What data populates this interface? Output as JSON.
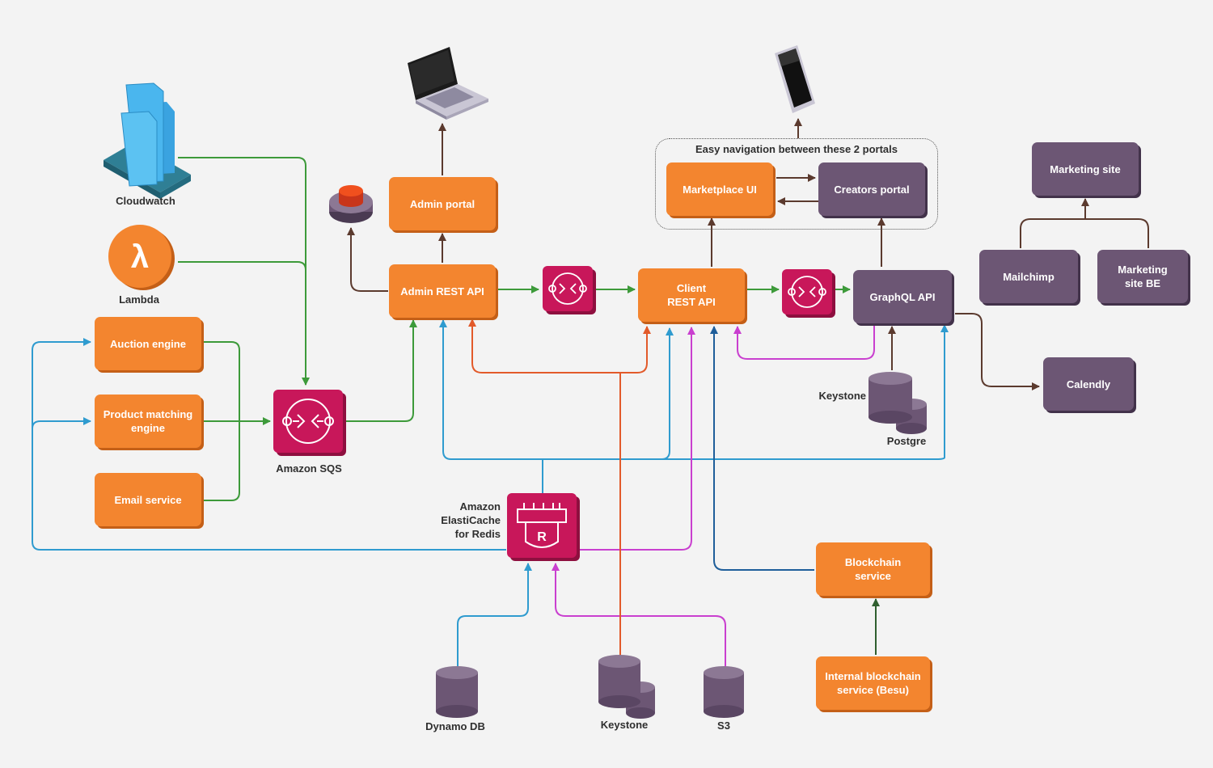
{
  "nodes": {
    "auction_engine": "Auction engine",
    "product_matching_engine": "Product matching\nengine",
    "email_service": "Email service",
    "admin_portal": "Admin portal",
    "admin_rest_api": "Admin REST API",
    "client_rest_api": "Client\nREST API",
    "marketplace_ui": "Marketplace UI",
    "creators_portal": "Creators portal",
    "graphql_api": "GraphQL API",
    "marketing_site": "Marketing site",
    "mailchimp": "Mailchimp",
    "marketing_site_be": "Marketing\nsite BE",
    "calendly": "Calendly",
    "blockchain_service": "Blockchain\nservice",
    "internal_blockchain_service": "Internal blockchain\nservice (Besu)"
  },
  "labels": {
    "cloudwatch": "Cloudwatch",
    "lambda": "Lambda",
    "amazon_sqs": "Amazon SQS",
    "elasticache": "Amazon\nElastiCache\nfor Redis",
    "keystone_top": "Keystone",
    "postgre": "Postgre",
    "dynamo_db": "Dynamo DB",
    "keystone_bottom": "Keystone",
    "s3": "S3",
    "portals_group": "Easy navigation between these 2 portals"
  },
  "icons": {
    "lambda_symbol": "λ",
    "redis_symbol": "R"
  },
  "colors": {
    "orange": "#f3852f",
    "purple": "#6c5674",
    "magenta": "#c8175a",
    "green_line": "#3d9a3a",
    "blue_line": "#2f9bcf",
    "pink_line": "#c93fcf",
    "red_line": "#e25a2a",
    "brown_line": "#5b3a2e",
    "navy_line": "#1f5e9a",
    "dark_green_line": "#2f5f2f"
  }
}
